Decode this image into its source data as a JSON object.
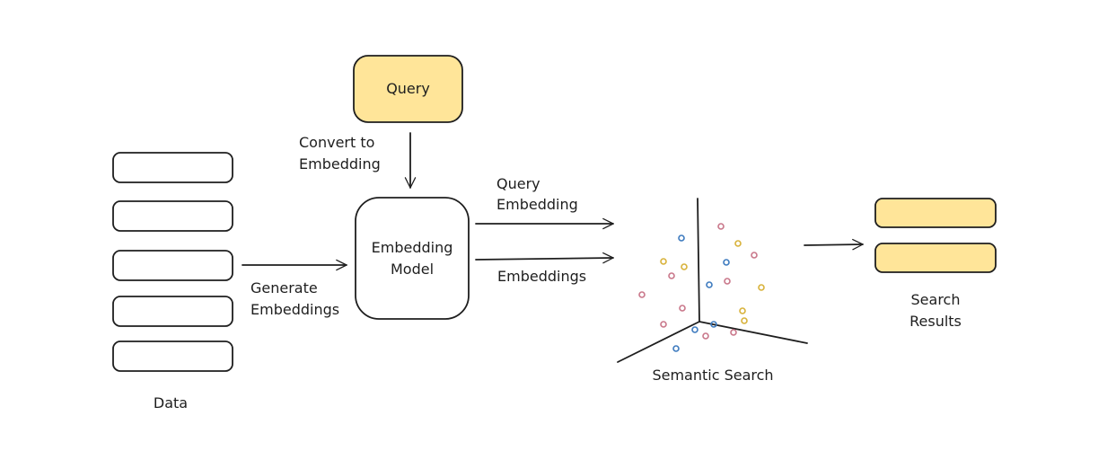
{
  "colors": {
    "stroke": "#1e1e1e",
    "highlight_fill": "#ffe599",
    "dot_pink": "#c9778a",
    "dot_blue": "#3e7bbf",
    "dot_yellow": "#d8b23a",
    "dot_purple": "#8a6fb0"
  },
  "diagram": {
    "data": {
      "label": "Data"
    },
    "query": {
      "label": "Query"
    },
    "convert_edge": {
      "line1": "Convert to",
      "line2": "Embedding"
    },
    "generate_edge": {
      "line1": "Generate",
      "line2": "Embeddings"
    },
    "model": {
      "line1": "Embedding",
      "line2": "Model"
    },
    "query_embedding_edge": {
      "line1": "Query",
      "line2": "Embedding"
    },
    "embeddings_edge": {
      "label": "Embeddings"
    },
    "semantic_search": {
      "label": "Semantic Search"
    },
    "results": {
      "line1": "Search",
      "line2": "Results"
    }
  }
}
